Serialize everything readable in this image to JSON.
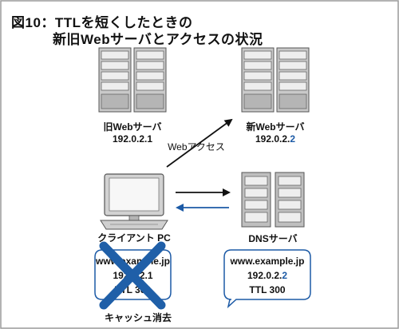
{
  "figure": {
    "title_line1": "図10：TTLを短くしたときの",
    "title_line2": "新旧Webサーバとアクセスの状況"
  },
  "old_server": {
    "label": "旧Webサーバ",
    "ip": "192.0.2.1"
  },
  "new_server": {
    "label": "新Webサーバ",
    "ip_prefix": "192.0.2.",
    "ip_suffix": "2"
  },
  "client": {
    "label": "クライアント PC"
  },
  "dns": {
    "label": "DNSサーバ"
  },
  "web_access": {
    "label": "Webアクセス"
  },
  "cache_old": {
    "host": "www.example.jp",
    "ip": "192.0.2.1",
    "ttl": "TTL 300",
    "caption": "キャッシュ消去"
  },
  "cache_new": {
    "host": "www.example.jp",
    "ip_prefix": "192.0.2.",
    "ip_suffix": "2",
    "ttl": "TTL 300"
  },
  "colors": {
    "accent_blue": "#1c5aa6",
    "cross_blue": "#1f5fa8",
    "border": "#9a9a9a"
  }
}
